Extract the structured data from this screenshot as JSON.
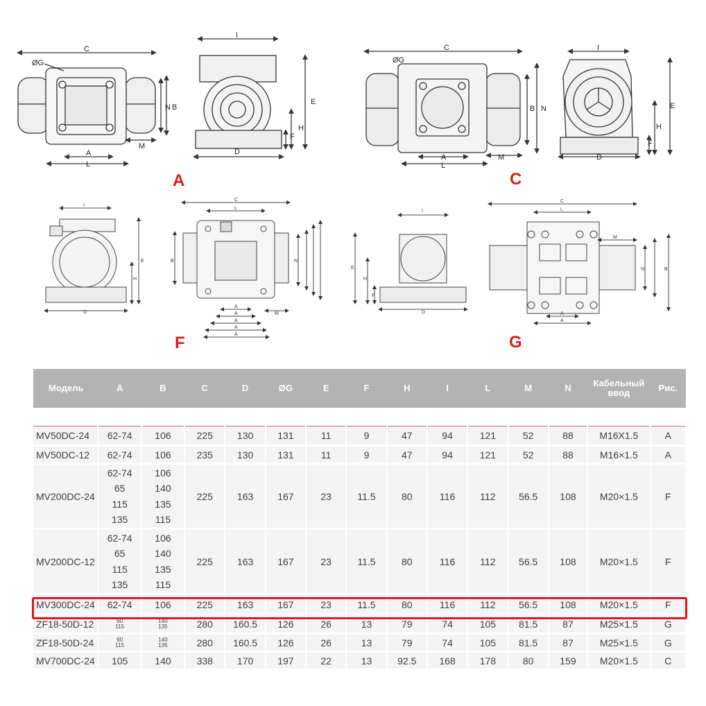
{
  "figure_labels": {
    "a": "A",
    "c": "C",
    "f": "F",
    "g": "G"
  },
  "dim_labels": {
    "C": "C",
    "G": "ØG",
    "N": "N",
    "B": "B",
    "A": "A",
    "L": "L",
    "M": "M",
    "I": "I",
    "E": "E",
    "H": "H",
    "F": "F",
    "D": "D"
  },
  "table": {
    "headers": [
      "Модель",
      "A",
      "B",
      "C",
      "D",
      "ØG",
      "E",
      "F",
      "H",
      "I",
      "L",
      "M",
      "N",
      "Кабельный ввод",
      "Рис."
    ],
    "rows": [
      {
        "model": "MV50DC-24",
        "a": [
          "62-74"
        ],
        "b": [
          "106"
        ],
        "c": "225",
        "d": "130",
        "g": "131",
        "e": "11",
        "f": "9",
        "h": "47",
        "i": "94",
        "l": "121",
        "m": "52",
        "n": "88",
        "cable": "M16X1.5",
        "fig": "A"
      },
      {
        "model": "MV50DC-12",
        "a": [
          "62-74"
        ],
        "b": [
          "106"
        ],
        "c": "235",
        "d": "130",
        "g": "131",
        "e": "11",
        "f": "9",
        "h": "47",
        "i": "94",
        "l": "121",
        "m": "52",
        "n": "88",
        "cable": "M16×1.5",
        "fig": "A"
      },
      {
        "model": "MV200DC-24",
        "a": [
          "62-74",
          "65",
          "115",
          "135"
        ],
        "b": [
          "106",
          "140",
          "135",
          "115"
        ],
        "c": "225",
        "d": "163",
        "g": "167",
        "e": "23",
        "f": "11.5",
        "h": "80",
        "i": "116",
        "l": "112",
        "m": "56.5",
        "n": "108",
        "cable": "M20×1.5",
        "fig": "F"
      },
      {
        "model": "MV200DC-12",
        "a": [
          "62-74",
          "65",
          "115",
          "135"
        ],
        "b": [
          "106",
          "140",
          "135",
          "115"
        ],
        "c": "225",
        "d": "163",
        "g": "167",
        "e": "23",
        "f": "11.5",
        "h": "80",
        "i": "116",
        "l": "112",
        "m": "56.5",
        "n": "108",
        "cable": "M20×1.5",
        "fig": "F"
      },
      {
        "model": "MV300DC-24",
        "a": [
          "62-74"
        ],
        "b": [
          "106"
        ],
        "c": "225",
        "d": "163",
        "g": "167",
        "e": "23",
        "f": "11.5",
        "h": "80",
        "i": "116",
        "l": "112",
        "m": "56.5",
        "n": "108",
        "cable": "M20×1.5",
        "fig": "F"
      },
      {
        "model": "ZF18-50D-12",
        "a": [
          "60",
          "115"
        ],
        "b": [
          "140",
          "135"
        ],
        "c": "280",
        "d": "160.5",
        "g": "126",
        "e": "26",
        "f": "13",
        "h": "79",
        "i": "74",
        "l": "105",
        "m": "81.5",
        "n": "87",
        "cable": "M25×1.5",
        "fig": "G"
      },
      {
        "model": "ZF18-50D-24",
        "a": [
          "60",
          "115"
        ],
        "b": [
          "140",
          "135"
        ],
        "c": "280",
        "d": "160.5",
        "g": "126",
        "e": "26",
        "f": "13",
        "h": "79",
        "i": "74",
        "l": "105",
        "m": "81.5",
        "n": "87",
        "cable": "M25×1.5",
        "fig": "G"
      },
      {
        "model": "MV700DC-24",
        "a": [
          "105"
        ],
        "b": [
          "140"
        ],
        "c": "338",
        "d": "170",
        "g": "197",
        "e": "22",
        "f": "13",
        "h": "92.5",
        "i": "168",
        "l": "178",
        "m": "80",
        "n": "159",
        "cable": "M20×1.5",
        "fig": "C"
      }
    ]
  },
  "colors": {
    "header_bg": "#b3b3b3",
    "row_bg": "#f4f4f4",
    "highlight": "#e3141b",
    "figure_label": "#d91e18"
  }
}
